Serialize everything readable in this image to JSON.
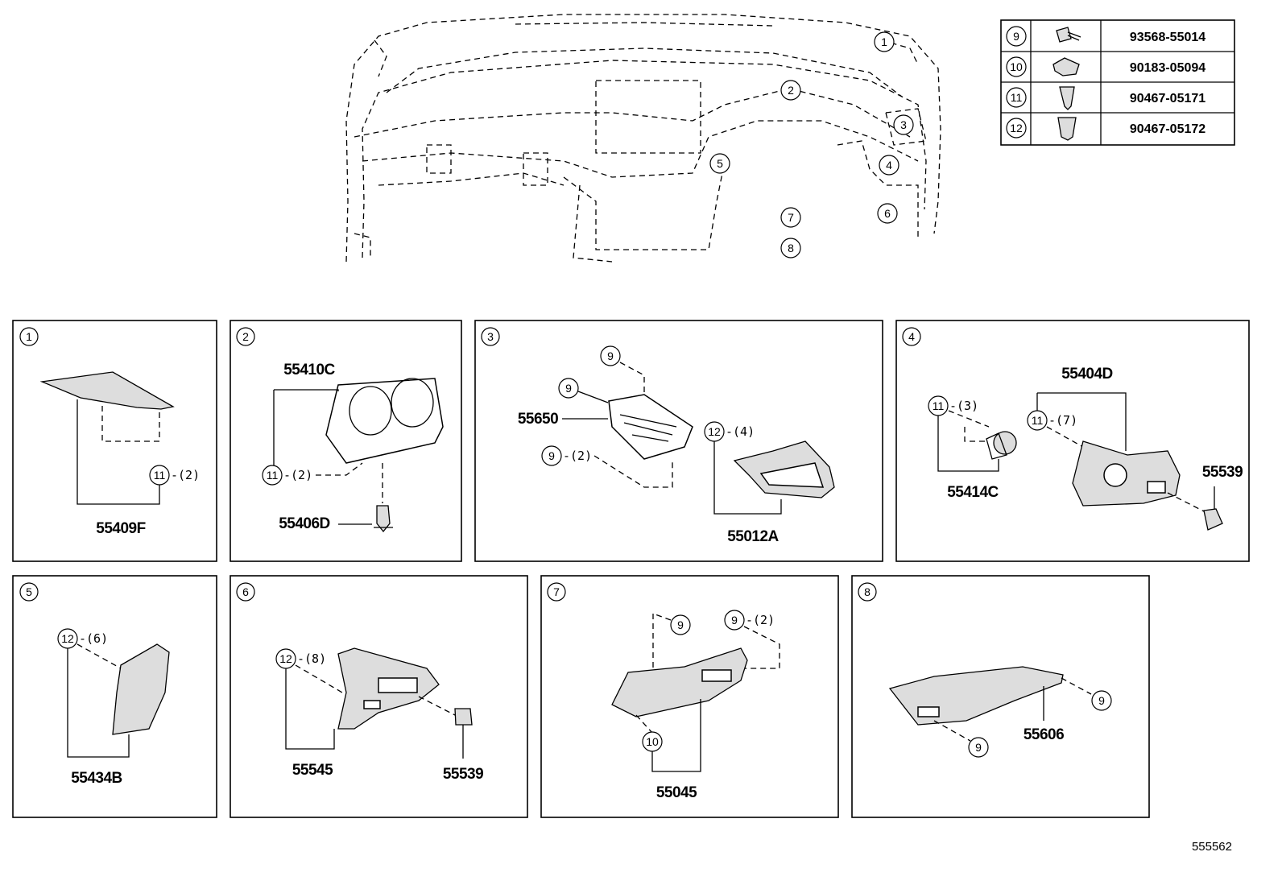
{
  "diagram_id": "555562",
  "overview": {
    "callouts": [
      "1",
      "2",
      "3",
      "4",
      "5",
      "6",
      "7",
      "8"
    ]
  },
  "fastener_table": [
    {
      "ref": "9",
      "icon": "bolt-icon",
      "part_no": "93568-55014"
    },
    {
      "ref": "10",
      "icon": "nut-clip-icon",
      "part_no": "90183-05094"
    },
    {
      "ref": "11",
      "icon": "clip-icon",
      "part_no": "90467-05171"
    },
    {
      "ref": "12",
      "icon": "clip-icon",
      "part_no": "90467-05172"
    }
  ],
  "panels": [
    {
      "num": "1",
      "labels": {
        "main": "55409F",
        "c11": "11",
        "q11": "-(2)"
      }
    },
    {
      "num": "2",
      "labels": {
        "main": "55410C",
        "sub": "55406D",
        "c11": "11",
        "q11": "-(2)"
      }
    },
    {
      "num": "3",
      "labels": {
        "main": "55650",
        "sub": "55012A",
        "c9a": "9",
        "c9b": "9",
        "c9c": "9",
        "q9c": "-(2)",
        "c12": "12",
        "q12": "-(4)"
      }
    },
    {
      "num": "4",
      "labels": {
        "main": "55404D",
        "sub": "55414C",
        "sub2": "55539",
        "c11a": "11",
        "q11a": "-(3)",
        "c11b": "11",
        "q11b": "-(7)"
      }
    },
    {
      "num": "5",
      "labels": {
        "main": "55434B",
        "c12": "12",
        "q12": "-(6)"
      }
    },
    {
      "num": "6",
      "labels": {
        "main": "55545",
        "sub": "55539",
        "c12": "12",
        "q12": "-(8)"
      }
    },
    {
      "num": "7",
      "labels": {
        "main": "55045",
        "c9a": "9",
        "c9b": "9",
        "q9b": "-(2)",
        "c10": "10"
      }
    },
    {
      "num": "8",
      "labels": {
        "main": "55606",
        "c9a": "9",
        "c9b": "9"
      }
    }
  ]
}
